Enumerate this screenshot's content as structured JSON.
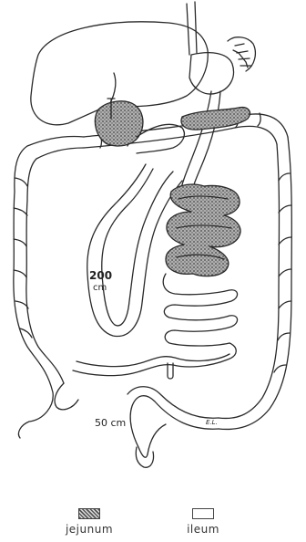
{
  "labels": {
    "upper_length": "200",
    "upper_unit": "cm",
    "lower_length": "50 cm",
    "signature": "E.L."
  },
  "legend": [
    {
      "label": "jejunum",
      "swatch": "hatched"
    },
    {
      "label": "ileum",
      "swatch": "blank"
    }
  ],
  "colors": {
    "line": "#2a2a2a",
    "jejunum_fill": "#8a8a8a",
    "background": "#ffffff"
  }
}
